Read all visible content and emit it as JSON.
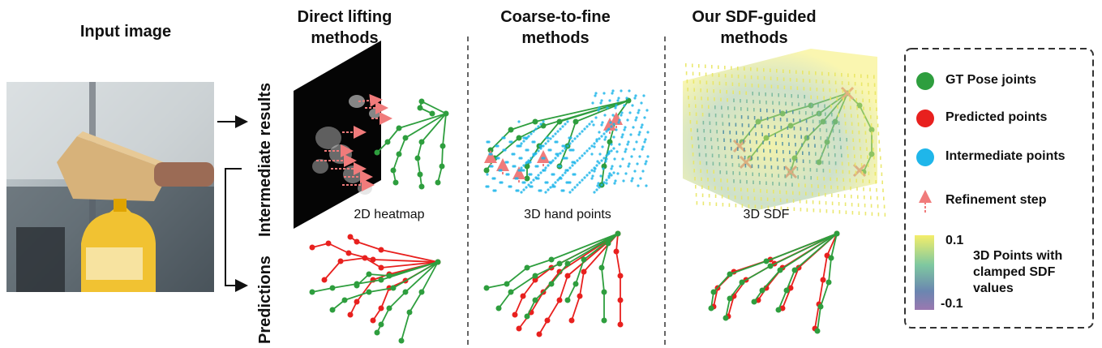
{
  "titles": {
    "input": "Input image",
    "direct": "Direct lifting\nmethods",
    "coarse": "Coarse-to-fine\nmethods",
    "ours": "Our SDF-guided\nmethods"
  },
  "row_labels": {
    "intermediate": "Intermediate results",
    "predictions": "Predictions"
  },
  "captions": {
    "heatmap": "2D heatmap",
    "hand_points": "3D hand points",
    "sdf": "3D SDF"
  },
  "legend": {
    "gt": "GT Pose joints",
    "pred": "Predicted points",
    "inter": "Intermediate points",
    "refine": "Refinement step",
    "colorbar_max": "0.1",
    "colorbar_min": "-0.1",
    "colorbar_label": "3D Points with\nclamped SDF\nvalues"
  },
  "colors": {
    "gt": "#2e9e3e",
    "pred": "#e8201e",
    "inter": "#1fb6ea",
    "refine": "#f07b7b"
  }
}
